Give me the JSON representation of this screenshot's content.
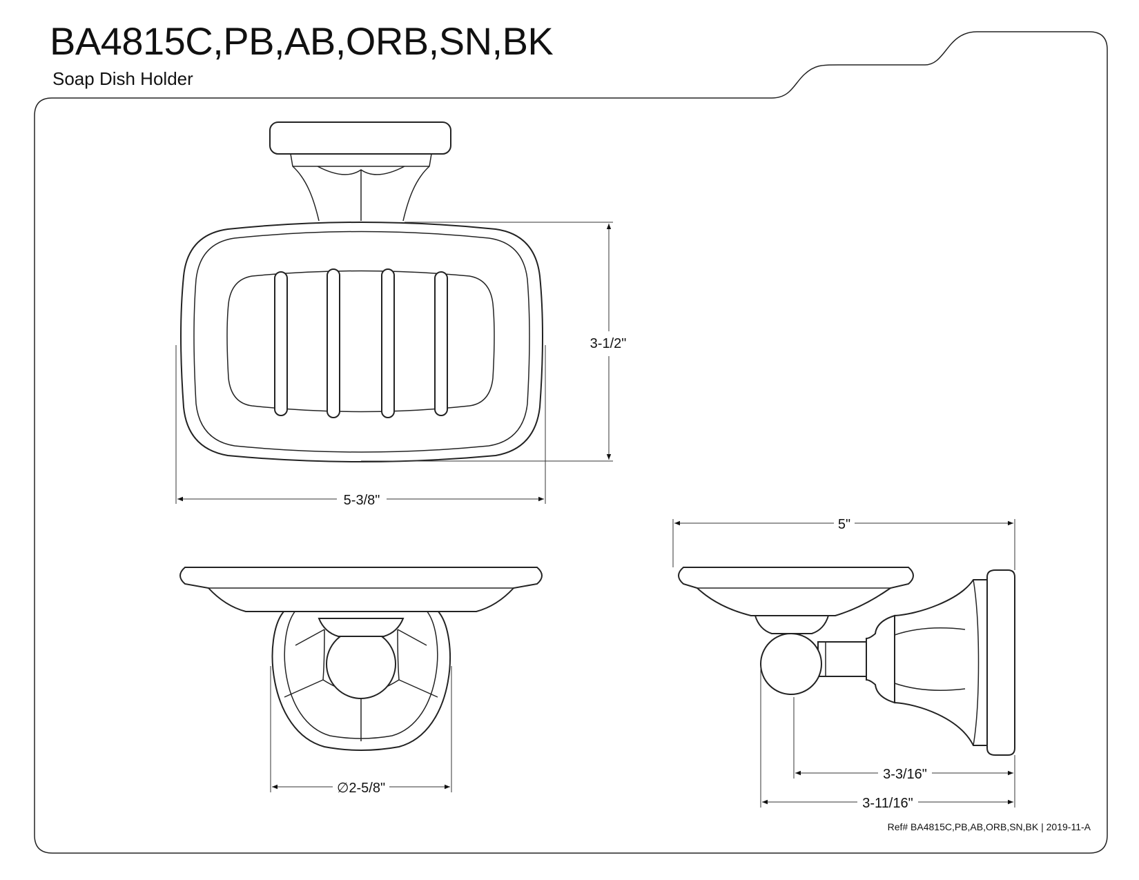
{
  "header": {
    "title": "BA4815C,PB,AB,ORB,SN,BK",
    "subtitle": "Soap Dish Holder"
  },
  "dimensions": {
    "height": "3-1/2\"",
    "width": "5-3/8\"",
    "diameter": "∅2-5/8\"",
    "depth": "5\"",
    "projection_inner": "3-3/16\"",
    "projection_outer": "3-11/16\""
  },
  "footer": {
    "ref": "Ref# BA4815C,PB,AB,ORB,SN,BK | 2019-11-A"
  }
}
